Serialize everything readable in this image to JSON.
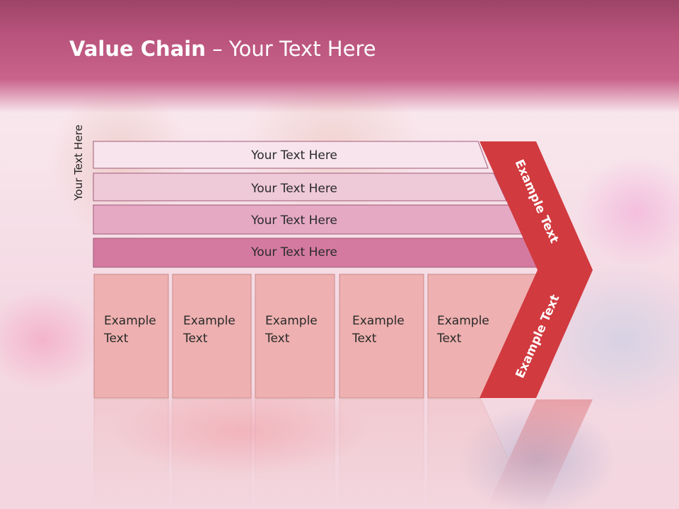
{
  "title": {
    "bold": "Value Chain",
    "rest": " – Your Text Here"
  },
  "side_label": "Your Text Here",
  "support_rows": [
    {
      "label": "Your Text Here",
      "color": "#f7e4ec"
    },
    {
      "label": "Your Text Here",
      "color": "#eec9d8"
    },
    {
      "label": "Your Text Here",
      "color": "#e5a9c4"
    },
    {
      "label": "Your Text Here",
      "color": "#d47aa0"
    }
  ],
  "primary_activities": [
    {
      "line1": "Example",
      "line2": "Text"
    },
    {
      "line1": "Example",
      "line2": "Text"
    },
    {
      "line1": "Example",
      "line2": "Text"
    },
    {
      "line1": "Example",
      "line2": "Text"
    },
    {
      "line1": "Example",
      "line2": "Text"
    }
  ],
  "arrow": {
    "upper_text": "Example Text",
    "lower_text": "Example Text",
    "color": "#d13a3f"
  },
  "colors": {
    "header": "#b8537c",
    "tile": "#eeb0b0",
    "tile_border": "#c98a8a"
  }
}
